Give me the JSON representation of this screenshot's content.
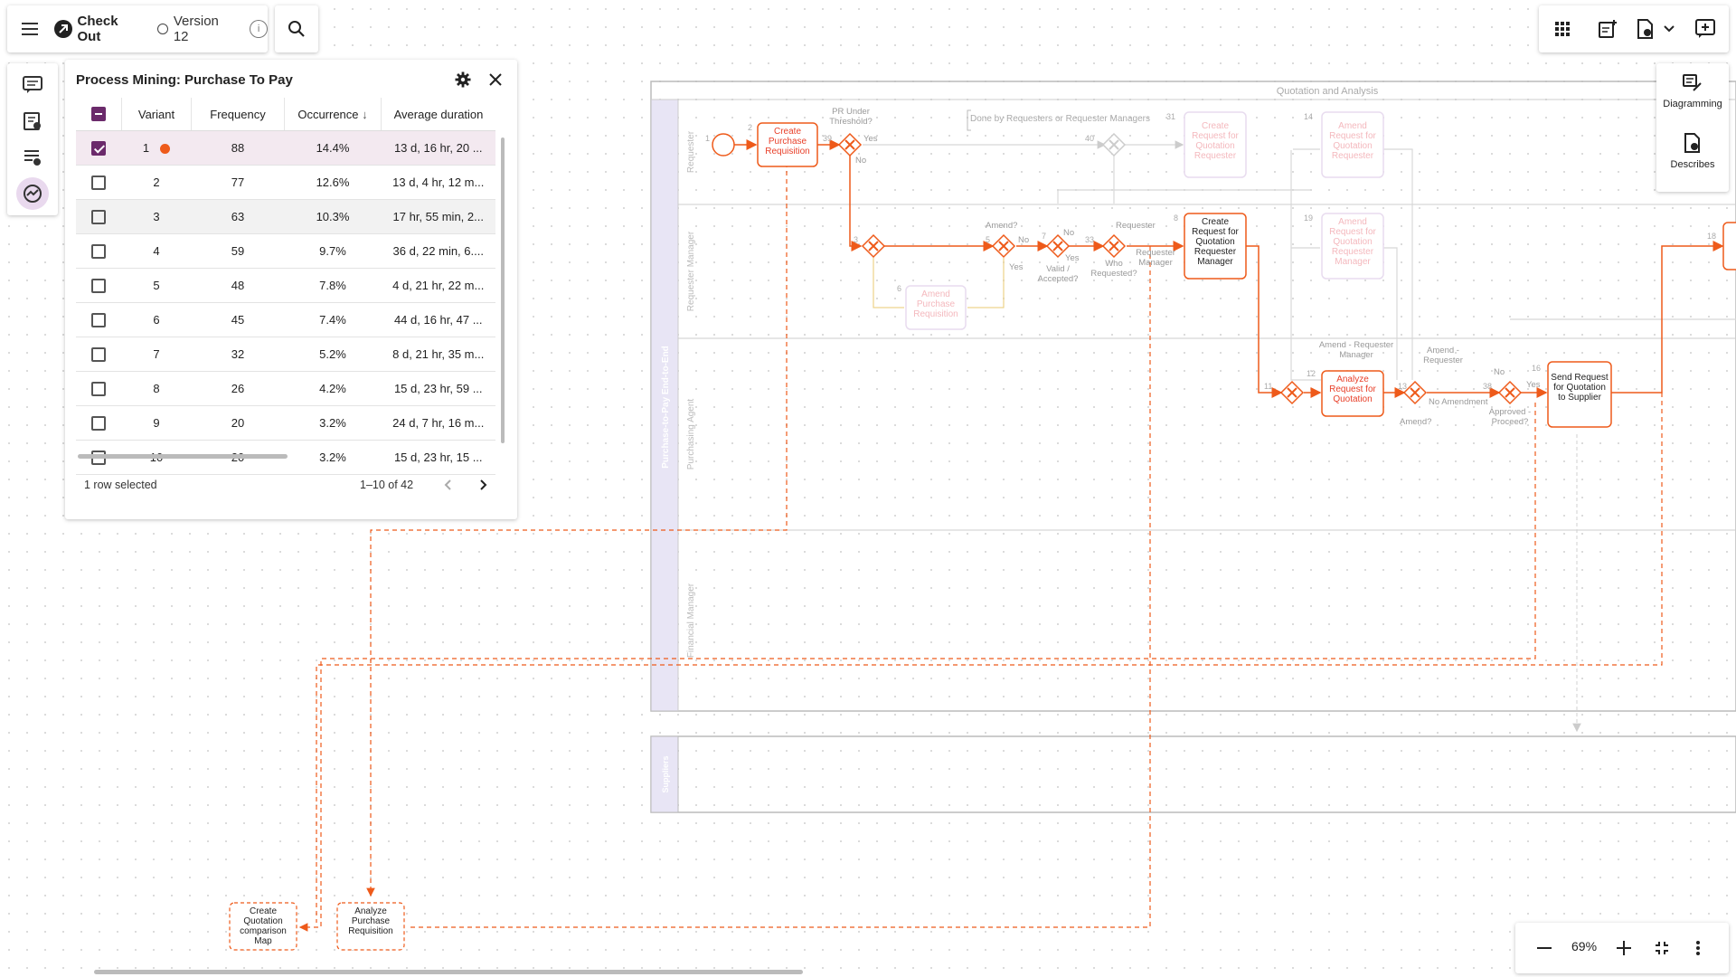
{
  "toolbar": {
    "checkout_label": "Check Out",
    "version_label": "Version 12"
  },
  "right_palette": {
    "diagramming_label": "Diagramming",
    "describes_label": "Describes"
  },
  "zoom": {
    "level": "69%"
  },
  "process_mining": {
    "title": "Process Mining: Purchase To Pay",
    "columns": [
      "Variant",
      "Frequency",
      "Occurrence",
      "Average duration"
    ],
    "rows": [
      {
        "variant": "1",
        "frequency": "88",
        "occurrence": "14.4%",
        "duration": "13 d, 16 hr, 20 ...",
        "selected": true
      },
      {
        "variant": "2",
        "frequency": "77",
        "occurrence": "12.6%",
        "duration": "13 d, 4 hr, 12 m..."
      },
      {
        "variant": "3",
        "frequency": "63",
        "occurrence": "10.3%",
        "duration": "17 hr, 55 min, 2..."
      },
      {
        "variant": "4",
        "frequency": "59",
        "occurrence": "9.7%",
        "duration": "36 d, 22 min, 6...."
      },
      {
        "variant": "5",
        "frequency": "48",
        "occurrence": "7.8%",
        "duration": "4 d, 21 hr, 22 m..."
      },
      {
        "variant": "6",
        "frequency": "45",
        "occurrence": "7.4%",
        "duration": "44 d, 16 hr, 47 ..."
      },
      {
        "variant": "7",
        "frequency": "32",
        "occurrence": "5.2%",
        "duration": "8 d, 21 hr, 35 m..."
      },
      {
        "variant": "8",
        "frequency": "26",
        "occurrence": "4.2%",
        "duration": "15 d, 23 hr, 59 ..."
      },
      {
        "variant": "9",
        "frequency": "20",
        "occurrence": "3.2%",
        "duration": "24 d, 7 hr, 16 m..."
      },
      {
        "variant": "10",
        "frequency": "20",
        "occurrence": "3.2%",
        "duration": "15 d, 23 hr, 15 ..."
      }
    ],
    "selection_text": "1 row selected",
    "pagination_text": "1–10 of 42"
  },
  "diagram": {
    "pool_header": "Quotation and Analysis",
    "pool_name": "Purchase-to-Pay End-to-End",
    "supplier_pool": "Suppliers",
    "lanes": [
      "Requester",
      "Requester Manager",
      "Purchasing Agent",
      "Financial Manager"
    ],
    "annotation": "Done by Requesters or Requester Managers",
    "tasks": {
      "create_pr": "Create Purchase Requisition",
      "create_rfq_requester": "Create Request for Quotation Requester",
      "amend_rfq_requester": "Amend Request for Quotation Requester",
      "amend_pr": "Amend Purchase Requisition",
      "create_rfq_manager": "Create Request for Quotation Requester Manager",
      "amend_rfq_manager": "Amend Request for Quotation Requester Manager",
      "analyze_rfq": "Analyze Request for Quotation",
      "send_rfq": "Send Request for Quotation to Supplier",
      "create_quotation_map": "Create Quotation comparison Map",
      "analyze_pr": "Analyze Purchase Requisition"
    },
    "labels": {
      "pr_threshold": "PR Under Threshold?",
      "yes": "Yes",
      "no": "No",
      "amend_q": "Amend?",
      "valid_accepted": "Valid / Accepted?",
      "who_requested": "Who Requested?",
      "requester": "Requester",
      "requester_manager": "Requester Manager",
      "amend_requester_manager": "Amend - Requester Manager",
      "amend_requester": "Amend - Requester",
      "no_amendment": "No Amendment",
      "approved_proceed": "Approved - Proceed?"
    },
    "numbers": {
      "n1": "1",
      "n2": "2",
      "n3": "3",
      "n5": "5",
      "n6": "6",
      "n7": "7",
      "n8": "8",
      "n11": "11",
      "n12": "12",
      "n13": "13",
      "n14": "14",
      "n16": "16",
      "n18": "18",
      "n19": "19",
      "n31": "31",
      "n33": "33",
      "n38": "38",
      "n39": "39",
      "n40": "40"
    }
  },
  "colors": {
    "accent_orange": "#ee5a1a",
    "task_red": "#e8402a",
    "brand_purple": "#6b2a6b",
    "faded_pink": "#f4b8bd"
  }
}
